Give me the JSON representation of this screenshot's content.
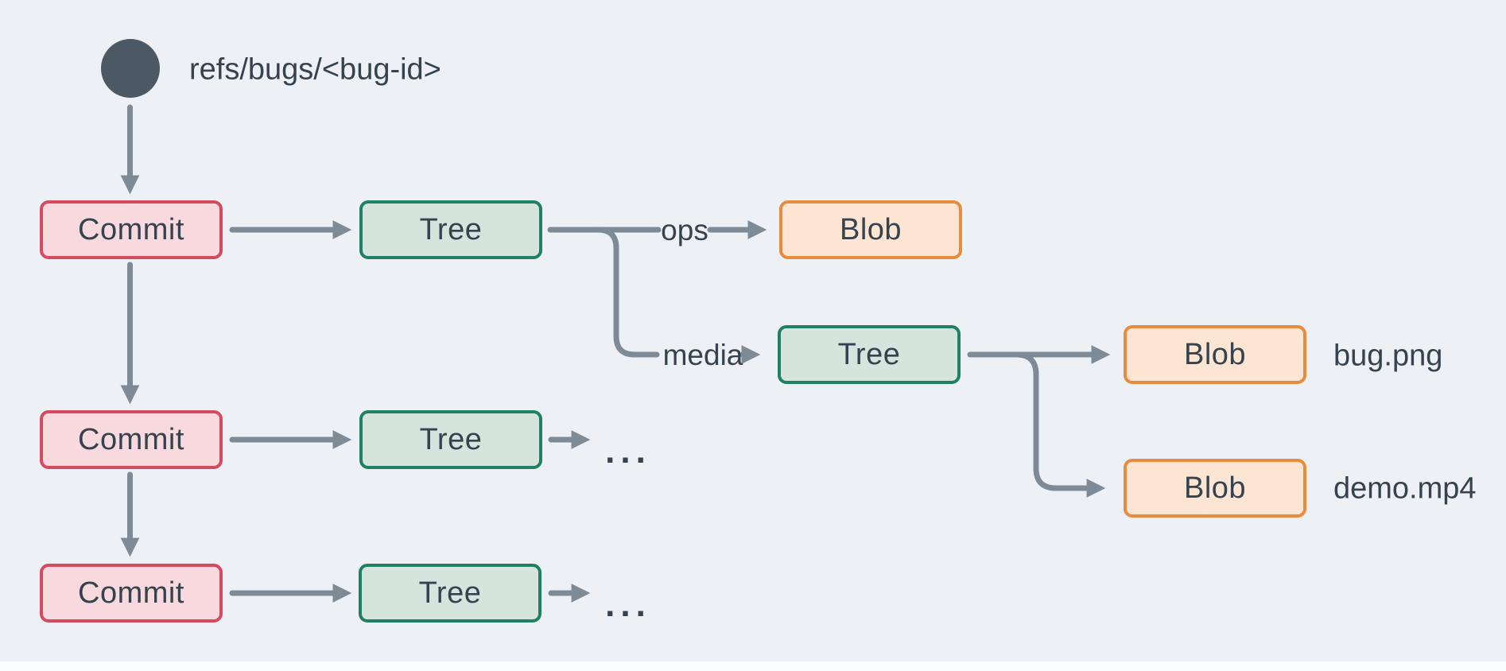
{
  "diagram": {
    "ref": {
      "label": "refs/bugs/<bug-id>"
    },
    "nodes": [
      {
        "id": "commit-1",
        "type": "commit",
        "label": "Commit"
      },
      {
        "id": "tree-1",
        "type": "tree",
        "label": "Tree"
      },
      {
        "id": "blob-ops",
        "type": "blob",
        "label": "Blob"
      },
      {
        "id": "tree-media",
        "type": "tree",
        "label": "Tree"
      },
      {
        "id": "blob-bug",
        "type": "blob",
        "label": "Blob"
      },
      {
        "id": "commit-2",
        "type": "commit",
        "label": "Commit"
      },
      {
        "id": "tree-2",
        "type": "tree",
        "label": "Tree"
      },
      {
        "id": "blob-demo",
        "type": "blob",
        "label": "Blob"
      },
      {
        "id": "commit-3",
        "type": "commit",
        "label": "Commit"
      },
      {
        "id": "tree-3",
        "type": "tree",
        "label": "Tree"
      }
    ],
    "edge_labels": {
      "ops": "ops",
      "media": "media"
    },
    "file_labels": {
      "bug": "bug.png",
      "demo": "demo.mp4"
    },
    "ellipsis": "...",
    "colors": {
      "background": "#edf1f5",
      "footer_strip": "#fcfdfe",
      "ref_dot": "#4c5864",
      "arrow": "#7e8b97",
      "text": "#36424e",
      "commit_border": "#d44a5e",
      "commit_fill": "#f8d9dd",
      "tree_border": "#1f8062",
      "tree_fill": "#d6e4de",
      "blob_border": "#e78b3e",
      "blob_fill": "#fce5d3"
    }
  }
}
